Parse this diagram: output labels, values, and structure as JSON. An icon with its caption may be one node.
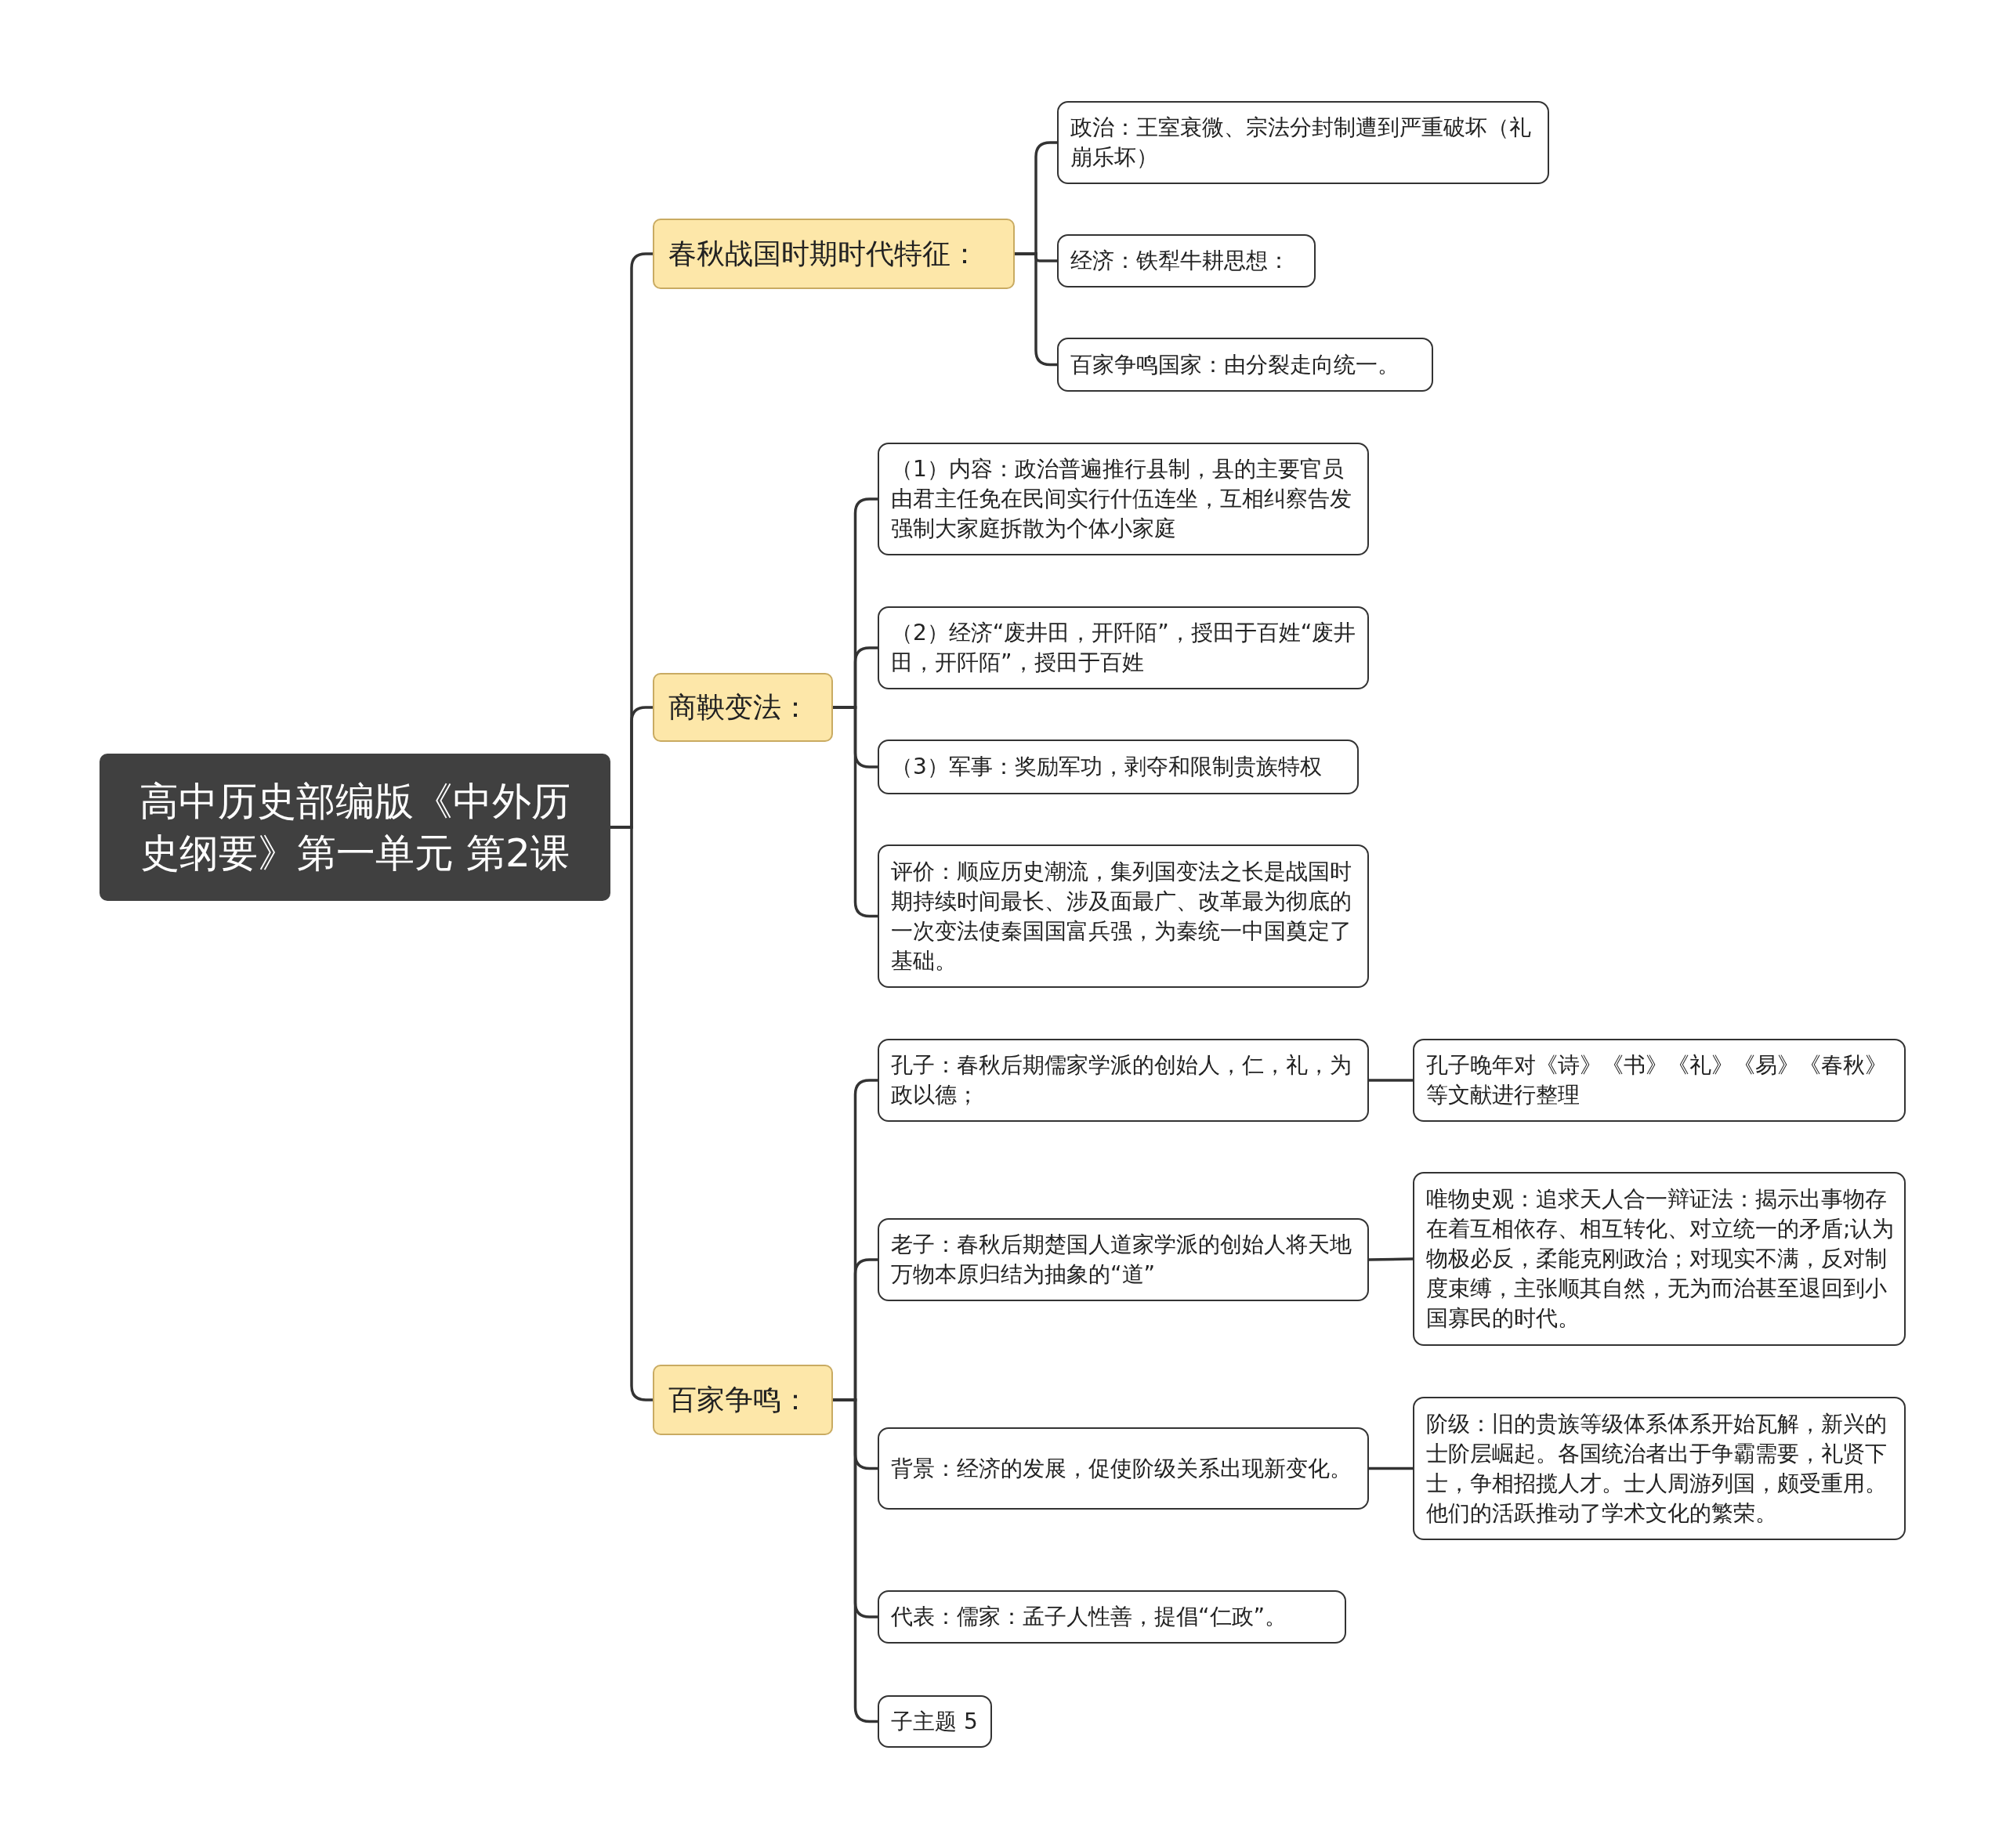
{
  "diagram": {
    "nodes": [
      {
        "text": [
          "高中历史部编版《中外历史纲要》第一单元 第2课"
        ]
      },
      {
        "text": [
          "春秋战国时期时代特征："
        ]
      },
      {
        "text": [
          "商鞅变法："
        ]
      },
      {
        "text": [
          "百家争鸣："
        ]
      },
      {
        "text": [
          "政治：王室衰微、宗法分封制遭到严重破坏（礼崩乐坏）"
        ]
      },
      {
        "text": [
          "经济：铁犁牛耕思想："
        ]
      },
      {
        "text": [
          "百家争鸣国家：由分裂走向统一。"
        ]
      },
      {
        "text": [
          "（1）内容：政治普遍推行县制，县的主要官员由君主任免在民间实行什伍连坐，互相纠察告发强制大家庭拆散为个体小家庭"
        ]
      },
      {
        "text": [
          "（2）经济“废井田，开阡陌”，授田于百姓“废井田，开阡陌”，授田于百姓"
        ]
      },
      {
        "text": [
          "（3）军事：奖励军功，剥夺和限制贵族特权"
        ]
      },
      {
        "text": [
          "评价：顺应历史潮流，集列国变法之长是战国时期持续时间最长、涉及面最广、改革最为彻底的一次变法使秦国国富兵强，为秦统一中国奠定了基础。"
        ]
      },
      {
        "text": [
          "孔子：春秋后期儒家学派的创始人，仁，礼，为政以德；"
        ]
      },
      {
        "text": [
          "孔子晚年对《诗》《书》《礼》《易》《春秋》等文献进行整理"
        ]
      },
      {
        "text": [
          "老子：春秋后期楚国人道家学派的创始人将天地万物本原归结为抽象的“道”"
        ]
      },
      {
        "text": [
          "唯物史观：追求天人合一辩证法：揭示出事物存在着互相依存、相互转化、对立统一的矛盾;认为物极必反，柔能克刚政治；对现实不满，反对制度束缚，主张顺其自然，无为而治甚至退回到小国寡民的时代。"
        ]
      },
      {
        "text": [
          "背景：经济的发展，促使阶级关系出现新变化。"
        ]
      },
      {
        "text": [
          "阶级：旧的贵族等级体系体系开始瓦解，新兴的士阶层崛起。各国统治者出于争霸需要，礼贤下士，争相招揽人才。士人周游列国，颇受重用。他们的活跃推动了学术文化的繁荣。"
        ]
      },
      {
        "text": [
          "代表：儒家：孟子人性善，提倡“仁政”。"
        ]
      },
      {
        "text": [
          "子主题 5"
        ]
      }
    ],
    "edges": [
      {
        "from": 0,
        "to": 1,
        "arrow": "none"
      },
      {
        "from": 0,
        "to": 2,
        "arrow": "none"
      },
      {
        "from": 0,
        "to": 3,
        "arrow": "none"
      },
      {
        "from": 1,
        "to": 4,
        "arrow": "none"
      },
      {
        "from": 1,
        "to": 5,
        "arrow": "none"
      },
      {
        "from": 1,
        "to": 6,
        "arrow": "none"
      },
      {
        "from": 2,
        "to": 7,
        "arrow": "none"
      },
      {
        "from": 2,
        "to": 8,
        "arrow": "none"
      },
      {
        "from": 2,
        "to": 9,
        "arrow": "none"
      },
      {
        "from": 2,
        "to": 10,
        "arrow": "none"
      },
      {
        "from": 3,
        "to": 11,
        "arrow": "none"
      },
      {
        "from": 11,
        "to": 12,
        "arrow": "none"
      },
      {
        "from": 3,
        "to": 13,
        "arrow": "none"
      },
      {
        "from": 13,
        "to": 14,
        "arrow": "none"
      },
      {
        "from": 3,
        "to": 15,
        "arrow": "none"
      },
      {
        "from": 15,
        "to": 16,
        "arrow": "none"
      },
      {
        "from": 3,
        "to": 17,
        "arrow": "none"
      },
      {
        "from": 3,
        "to": 18,
        "arrow": "none"
      }
    ]
  }
}
